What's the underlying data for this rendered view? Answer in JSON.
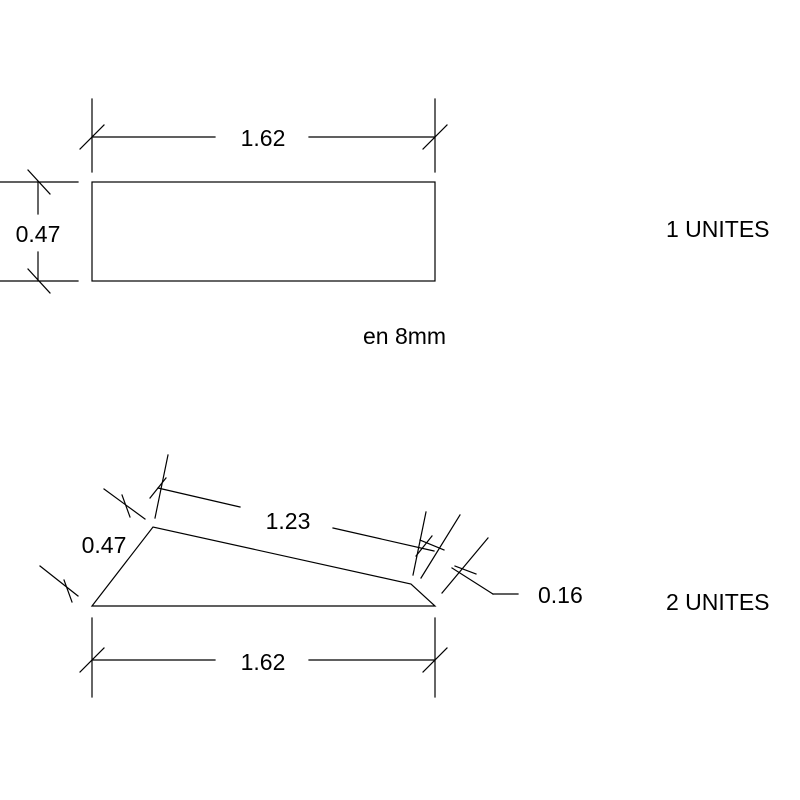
{
  "part_1": {
    "width_label": "1.62",
    "height_label": "0.47",
    "count_label": "1 UNITES",
    "note_label": "en 8mm"
  },
  "part_2": {
    "hypotenuse_label": "1.23",
    "left_label": "0.47",
    "right_label": "0.16",
    "base_label": "1.62",
    "count_label": "2 UNITES"
  },
  "colors": {
    "line": "#000000",
    "background": "#ffffff"
  }
}
